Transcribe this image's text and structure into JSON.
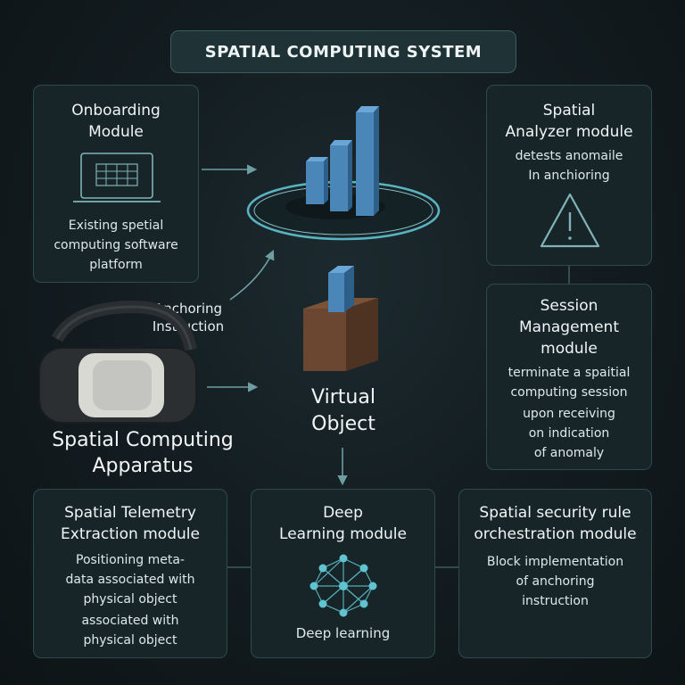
{
  "title": "SPATIAL COMPUTING SYSTEM",
  "onboarding": {
    "title_1": "Onboarding",
    "title_2": "Module",
    "desc_1": "Existing spetial",
    "desc_2": "computing software",
    "desc_3": "platform"
  },
  "analyzer": {
    "title_1": "Spatial",
    "title_2": "Analyzer module",
    "desc_1": "detests anomaile",
    "desc_2": "In anchioring"
  },
  "session": {
    "title_1": "Session",
    "title_2": "Management",
    "title_3": "module",
    "desc_1": "terminate a spaitial",
    "desc_2": "computing session",
    "desc_3": "upon receiving",
    "desc_4": "on indication",
    "desc_5": "of anomaly"
  },
  "anchoring_label_1": "Anchoring",
  "anchoring_label_2": "Instruction",
  "apparatus_label_1": "Spatial Computing",
  "apparatus_label_2": "Apparatus",
  "virtual_object_1": "Virtual",
  "virtual_object_2": "Object",
  "telemetry": {
    "title_1": "Spatial Telemetry",
    "title_2": "Extraction module",
    "desc_1": "Positioning meta-",
    "desc_2": "data associated with",
    "desc_3": "physical object",
    "desc_4": "associated with",
    "desc_5": "physical object"
  },
  "deep_learning": {
    "title_1": "Deep",
    "title_2": "Learning module",
    "caption": "Deep learning"
  },
  "security": {
    "title_1": "Spatial security rule",
    "title_2": "orchestration module",
    "desc_1": "Block implementation",
    "desc_2": "of anchoring",
    "desc_3": "instruction"
  },
  "colors": {
    "background": "#121b1f",
    "card": "#182528",
    "card_border": "#2f4a4d",
    "accent_teal": "#5fc4d0",
    "bar_blue": "#4a86b8",
    "cube_brown": "#6b4630"
  },
  "icons": [
    "laptop-icon",
    "warning-icon",
    "headset-icon",
    "bar-chart-icon",
    "neural-network-icon"
  ]
}
